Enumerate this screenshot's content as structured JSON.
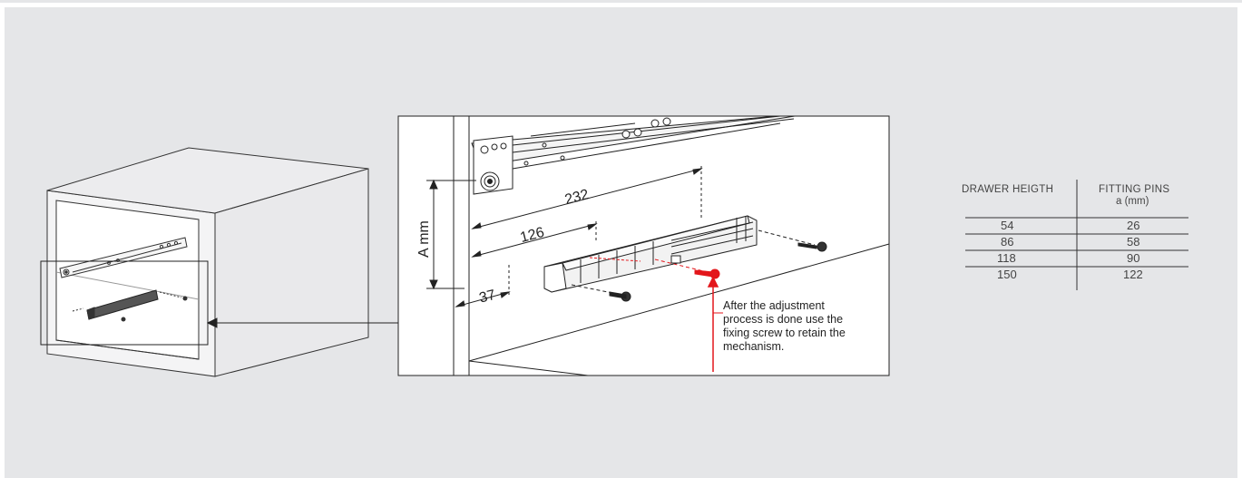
{
  "dimensions": {
    "overall": "232",
    "middle": "126",
    "offset": "37",
    "height_label": "A mm"
  },
  "note": {
    "line1": "After the adjustment",
    "line2": "process is done use the",
    "line3": "fixing screw to retain the",
    "line4": "mechanism."
  },
  "table": {
    "col1_header": "DRAWER HEIGTH",
    "col2_header_line1": "FITTING PINS",
    "col2_header_line2": "a (mm)",
    "rows": [
      {
        "height": "54",
        "pins": "26"
      },
      {
        "height": "86",
        "pins": "58"
      },
      {
        "height": "118",
        "pins": "90"
      },
      {
        "height": "150",
        "pins": "122"
      }
    ]
  },
  "colors": {
    "background": "#e5e6e8",
    "detail_box": "#ffffff",
    "line": "#222222",
    "accent_red": "#e3161b"
  }
}
